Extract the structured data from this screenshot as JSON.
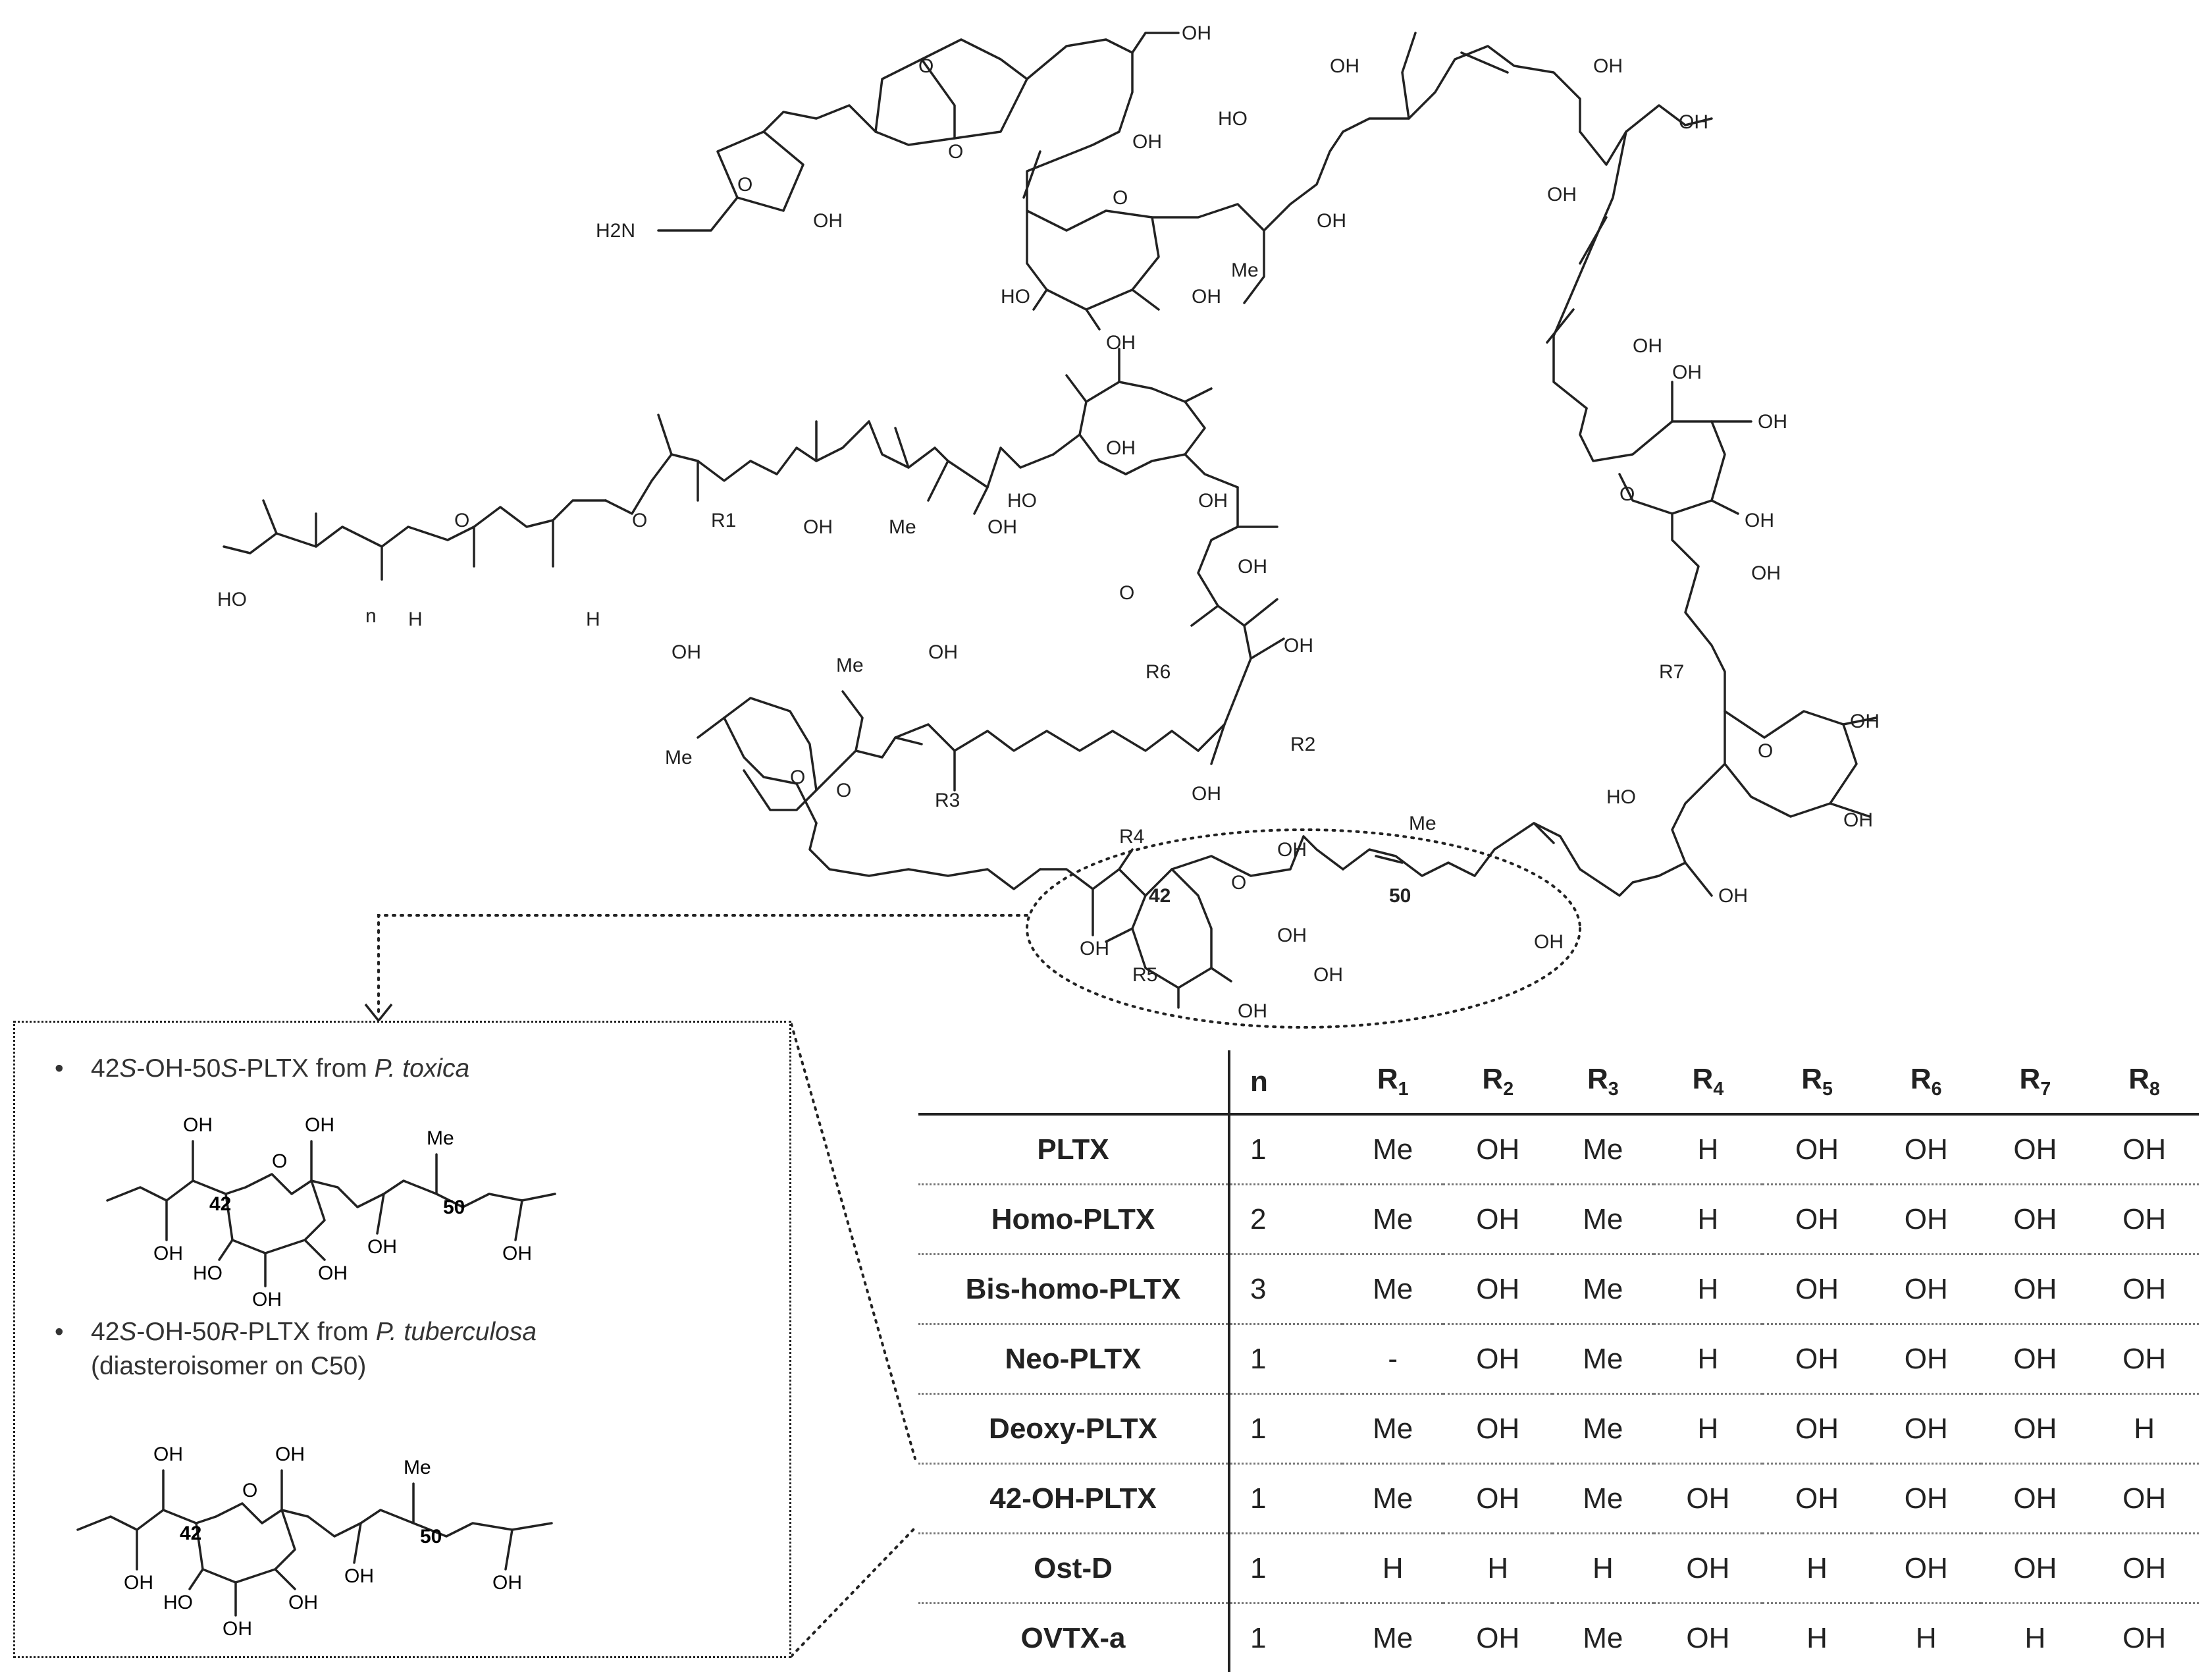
{
  "figure": {
    "labels": {
      "amine": "H2N",
      "hydroxy": "OH",
      "hydroxy_left": "HO",
      "methyl": "Me",
      "oxygen": "O",
      "nitrogen": "H",
      "n_repeat": "n",
      "r1": "R1",
      "r2": "R2",
      "r3": "R3",
      "r4": "R4",
      "r5": "R5",
      "r6": "R6",
      "r7": "R7",
      "c42": "42",
      "c50": "50"
    }
  },
  "inset": {
    "item1": {
      "prefix": "42",
      "s1": "S",
      "mid": "-OH-50",
      "s2": "S",
      "suffix": "-PLTX from ",
      "species": "P. toxica"
    },
    "item2": {
      "prefix": "42",
      "s1": "S",
      "mid": "-OH-50",
      "s2": "R",
      "suffix": "-PLTX from ",
      "species": "P. tuberculosa",
      "note": "(diasteroisomer on C50)"
    }
  },
  "table": {
    "headers": [
      "n",
      "R1",
      "R2",
      "R3",
      "R4",
      "R5",
      "R6",
      "R7",
      "R8"
    ],
    "rows": [
      {
        "name": "PLTX",
        "values": [
          "1",
          "Me",
          "OH",
          "Me",
          "H",
          "OH",
          "OH",
          "OH",
          "OH"
        ]
      },
      {
        "name": "Homo-PLTX",
        "values": [
          "2",
          "Me",
          "OH",
          "Me",
          "H",
          "OH",
          "OH",
          "OH",
          "OH"
        ]
      },
      {
        "name": "Bis-homo-PLTX",
        "values": [
          "3",
          "Me",
          "OH",
          "Me",
          "H",
          "OH",
          "OH",
          "OH",
          "OH"
        ]
      },
      {
        "name": "Neo-PLTX",
        "values": [
          "1",
          "-",
          "OH",
          "Me",
          "H",
          "OH",
          "OH",
          "OH",
          "OH"
        ]
      },
      {
        "name": "Deoxy-PLTX",
        "values": [
          "1",
          "Me",
          "OH",
          "Me",
          "H",
          "OH",
          "OH",
          "OH",
          "H"
        ]
      },
      {
        "name": "42-OH-PLTX",
        "values": [
          "1",
          "Me",
          "OH",
          "Me",
          "OH",
          "OH",
          "OH",
          "OH",
          "OH"
        ]
      },
      {
        "name": "Ost-D",
        "values": [
          "1",
          "H",
          "H",
          "H",
          "OH",
          "H",
          "OH",
          "OH",
          "OH"
        ]
      },
      {
        "name": "OVTX-a",
        "values": [
          "1",
          "Me",
          "OH",
          "Me",
          "OH",
          "H",
          "H",
          "H",
          "OH"
        ]
      }
    ]
  }
}
